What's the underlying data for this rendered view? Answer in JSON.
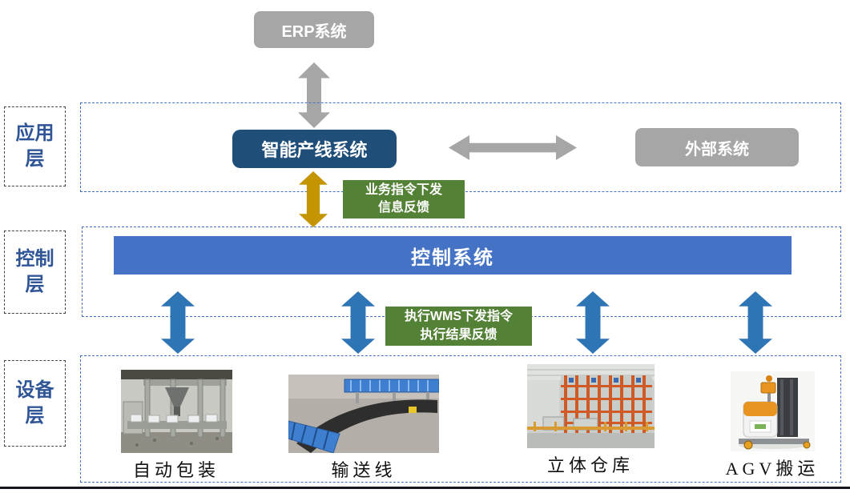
{
  "colors": {
    "gray": "#A6A6A6",
    "navy": "#1F4E79",
    "gold": "#C49500",
    "green": "#538135",
    "barblue": "#4472C4",
    "arrowblue": "#2E75B6",
    "labelblue": "#2F5597",
    "dashblue": "#4472C4",
    "linedark": "#16161E"
  },
  "layers": {
    "application": {
      "label": "应用层"
    },
    "control": {
      "label": "控制层"
    },
    "device": {
      "label": "设备层"
    }
  },
  "nodes": {
    "erp": "ERP系统",
    "smart_line": "智能产线系统",
    "external": "外部系统",
    "control_system": "控制系统"
  },
  "annotations": {
    "business": {
      "line1": "业务指令下发",
      "line2": "信息反馈"
    },
    "wms": {
      "line1": "执行WMS下发指令",
      "line2": "执行结果反馈"
    }
  },
  "devices": [
    {
      "name": "自动包装",
      "icon": "packaging-machine-photo"
    },
    {
      "name": "输送线",
      "icon": "conveyor-line-photo"
    },
    {
      "name": "立体仓库",
      "icon": "stereo-warehouse-photo"
    },
    {
      "name": "AGV搬运",
      "icon": "agv-forklift-photo"
    }
  ]
}
